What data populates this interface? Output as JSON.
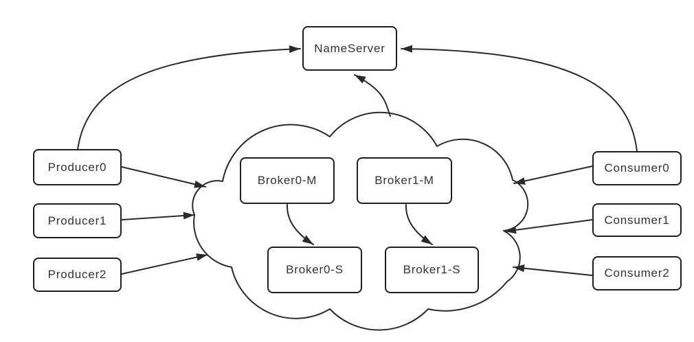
{
  "nodes": {
    "nameserver": {
      "label": "NameServer"
    },
    "producer0": {
      "label": "Producer0"
    },
    "producer1": {
      "label": "Producer1"
    },
    "producer2": {
      "label": "Producer2"
    },
    "consumer0": {
      "label": "Consumer0"
    },
    "consumer1": {
      "label": "Consumer1"
    },
    "consumer2": {
      "label": "Consumer2"
    },
    "broker0_m": {
      "label": "Broker0-M"
    },
    "broker1_m": {
      "label": "Broker1-M"
    },
    "broker0_s": {
      "label": "Broker0-S"
    },
    "broker1_s": {
      "label": "Broker1-S"
    }
  },
  "edges": [
    {
      "from": "Producer0",
      "to": "NameServer"
    },
    {
      "from": "Consumer0",
      "to": "NameServer"
    },
    {
      "from": "Broker cluster cloud",
      "to": "NameServer"
    },
    {
      "from": "Producer0",
      "to": "Broker cluster cloud"
    },
    {
      "from": "Producer1",
      "to": "Broker cluster cloud"
    },
    {
      "from": "Producer2",
      "to": "Broker cluster cloud"
    },
    {
      "from": "Consumer0",
      "to": "Broker cluster cloud"
    },
    {
      "from": "Consumer1",
      "to": "Broker cluster cloud"
    },
    {
      "from": "Consumer2",
      "to": "Broker cluster cloud"
    },
    {
      "from": "Broker0-M",
      "to": "Broker0-S"
    },
    {
      "from": "Broker1-M",
      "to": "Broker1-S"
    }
  ],
  "colors": {
    "line": "#2a2a2a",
    "node_border": "#1f1f1f",
    "node_fill": "#ffffff",
    "text": "#333333",
    "background": "#ffffff"
  }
}
